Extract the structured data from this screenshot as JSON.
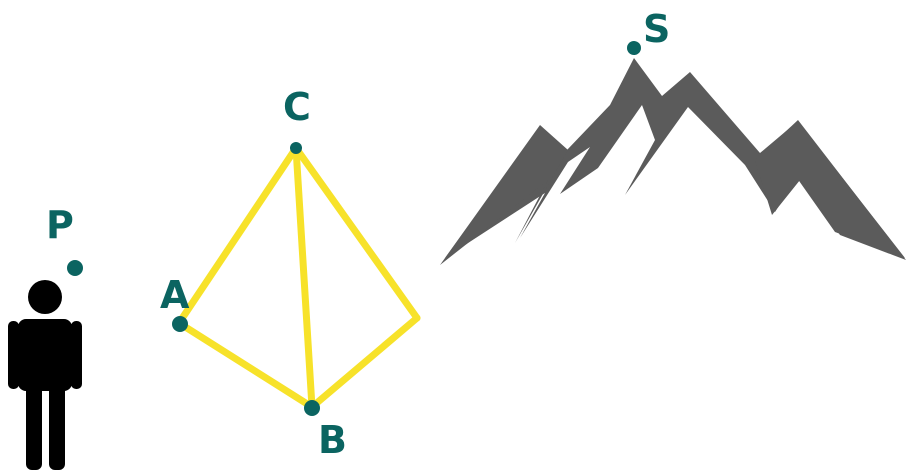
{
  "colors": {
    "background": "#ffffff",
    "point": "#0b6461",
    "label": "#0b6461",
    "edges": "#f7e22a",
    "mountain": "#5b5b5b",
    "person": "#000000"
  },
  "points": {
    "P": "P",
    "A": "A",
    "B": "B",
    "C": "C",
    "S": "S"
  },
  "figures": {
    "person": "person-icon",
    "mountain": "mountain-icon"
  }
}
